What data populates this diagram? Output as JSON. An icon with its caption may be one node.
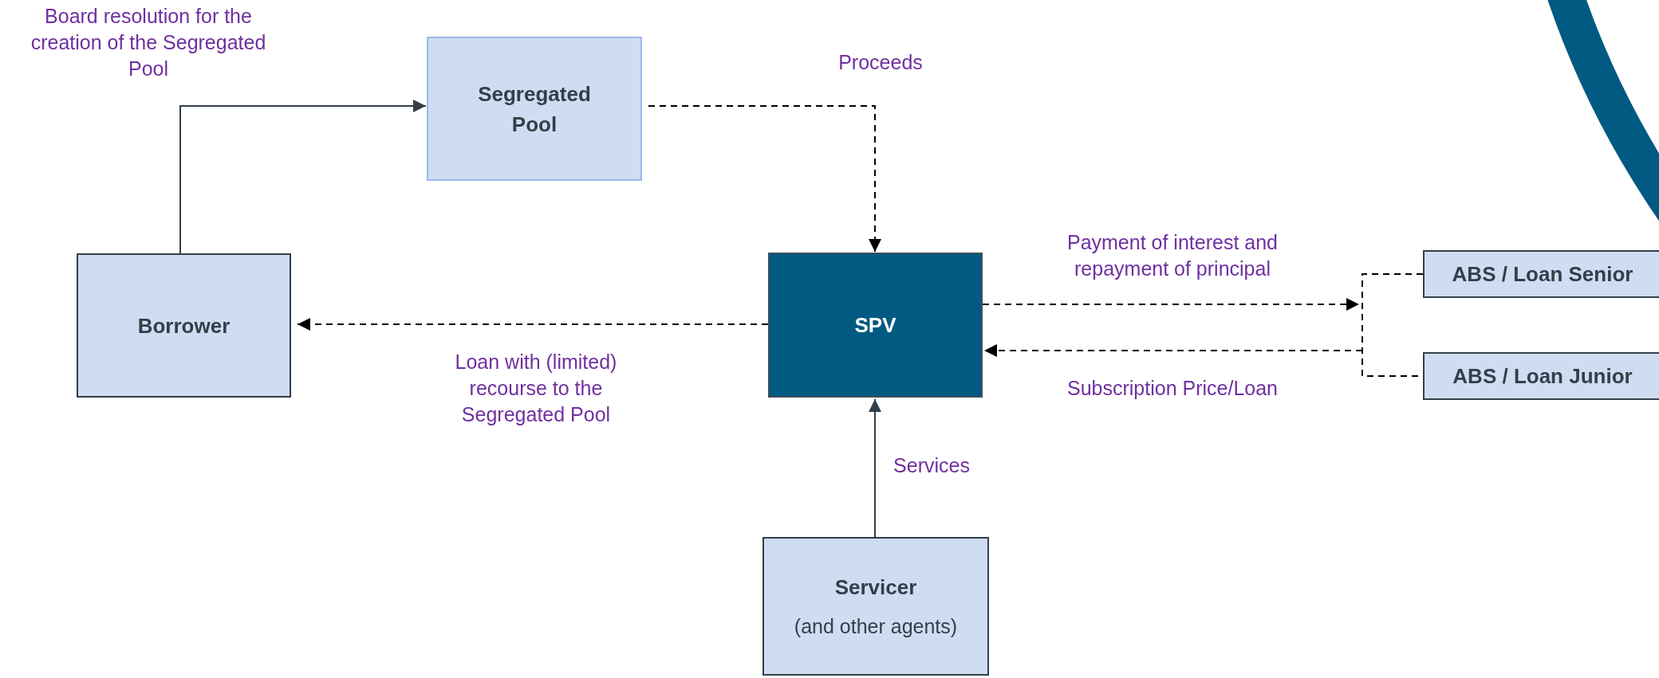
{
  "diagram": {
    "nodes": [
      {
        "text": [
          "Segregated Pool"
        ]
      },
      {
        "text": [
          "Borrower"
        ]
      },
      {
        "text": [
          "SPV"
        ]
      },
      {
        "text": [
          "ABS / Loan Senior"
        ]
      },
      {
        "text": [
          "ABS / Loan Junior"
        ]
      },
      {
        "text": [
          "Servicer",
          "(and other agents)"
        ]
      }
    ],
    "edges": [
      {
        "from": 1,
        "to": 0,
        "arrow": "to",
        "label": "Board resolution for the creation of the Segregated Pool"
      },
      {
        "from": 0,
        "to": 2,
        "arrow": "to",
        "style": "dashed",
        "label": "Proceeds"
      },
      {
        "from": 2,
        "to": 1,
        "arrow": "to",
        "style": "dashed",
        "label": "Loan with (limited) recourse to the Segregated Pool"
      },
      {
        "from": 2,
        "to": null,
        "arrow": "to",
        "style": "dashed",
        "label": "Payment of interest and repayment of principal"
      },
      {
        "from": null,
        "to": 2,
        "arrow": "to",
        "style": "dashed",
        "label": "Subscription Price/Loan"
      },
      {
        "from": 3,
        "to": 4,
        "arrow": "none",
        "style": "dashed"
      },
      {
        "from": 5,
        "to": 2,
        "arrow": "to",
        "label": "Services"
      }
    ]
  }
}
